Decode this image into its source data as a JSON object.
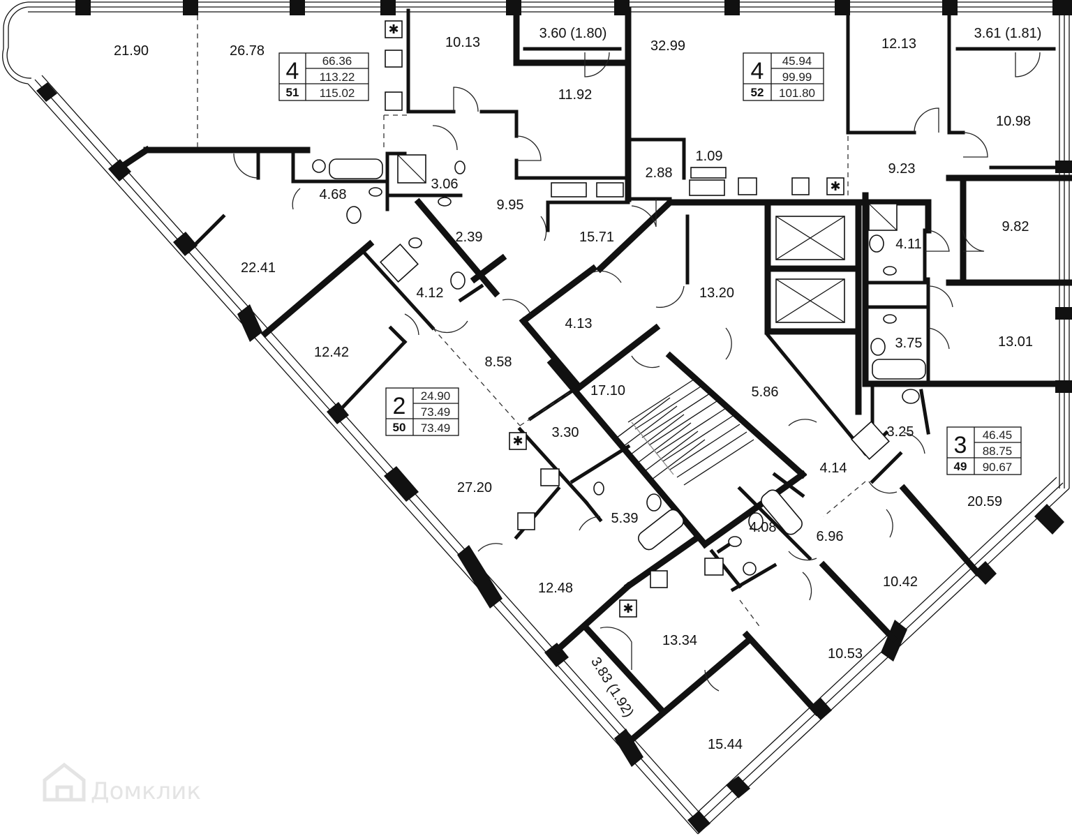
{
  "rooms": [
    {
      "label": "21.90"
    },
    {
      "label": "26.78"
    },
    {
      "label": "10.13"
    },
    {
      "label": "3.60 (1.80)"
    },
    {
      "label": "32.99"
    },
    {
      "label": "12.13"
    },
    {
      "label": "3.61 (1.81)"
    },
    {
      "label": "11.92"
    },
    {
      "label": "10.98"
    },
    {
      "label": "9.23"
    },
    {
      "label": "2.88"
    },
    {
      "label": "1.09"
    },
    {
      "label": "4.68"
    },
    {
      "label": "3.06"
    },
    {
      "label": "9.95"
    },
    {
      "label": "22.41"
    },
    {
      "label": "2.39"
    },
    {
      "label": "15.71"
    },
    {
      "label": "4.11"
    },
    {
      "label": "9.82"
    },
    {
      "label": "4.12"
    },
    {
      "label": "13.20"
    },
    {
      "label": "4.13"
    },
    {
      "label": "12.42"
    },
    {
      "label": "8.58"
    },
    {
      "label": "3.75"
    },
    {
      "label": "13.01"
    },
    {
      "label": "17.10"
    },
    {
      "label": "5.86"
    },
    {
      "label": "3.30"
    },
    {
      "label": "3.25"
    },
    {
      "label": "27.20"
    },
    {
      "label": "4.14"
    },
    {
      "label": "20.59"
    },
    {
      "label": "5.39"
    },
    {
      "label": "4.08"
    },
    {
      "label": "6.96"
    },
    {
      "label": "12.48"
    },
    {
      "label": "10.42"
    },
    {
      "label": "13.34"
    },
    {
      "label": "10.53"
    },
    {
      "label": "3.83 (1.92)"
    },
    {
      "label": "15.44"
    }
  ],
  "apartments": [
    {
      "rooms": "4",
      "number": "51",
      "living": "66.36",
      "total": "113.22",
      "with_balcony": "115.02"
    },
    {
      "rooms": "4",
      "number": "52",
      "living": "45.94",
      "total": "99.99",
      "with_balcony": "101.80"
    },
    {
      "rooms": "2",
      "number": "50",
      "living": "24.90",
      "total": "73.49",
      "with_balcony": "73.49"
    },
    {
      "rooms": "3",
      "number": "49",
      "living": "46.45",
      "total": "88.75",
      "with_balcony": "90.67"
    }
  ],
  "watermark": {
    "text": "Домклик",
    "icon": "house-icon"
  }
}
